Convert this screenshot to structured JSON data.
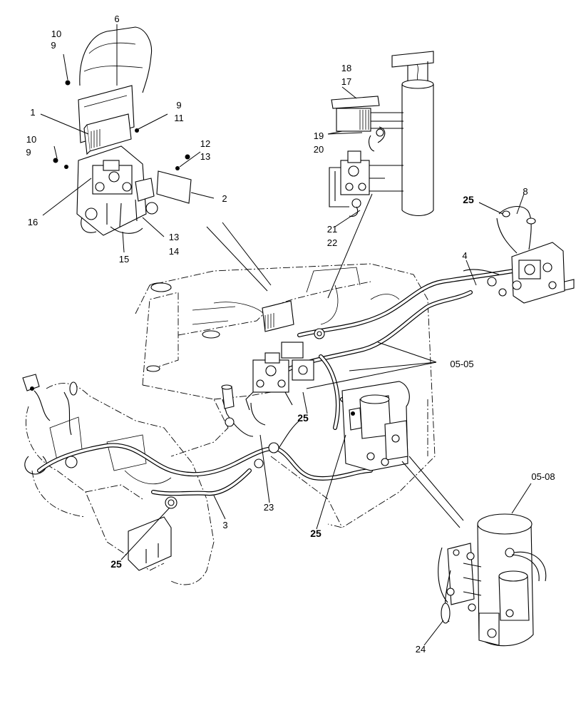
{
  "diagram": {
    "callouts": {
      "c1": "1",
      "c2": "2",
      "c3": "3",
      "c4": "4",
      "c6": "6",
      "c8": "8",
      "c9a": "9",
      "c9b": "9",
      "c9c": "9",
      "c10a": "10",
      "c10b": "10",
      "c11": "11",
      "c12": "12",
      "c13a": "13",
      "c13b": "13",
      "c14": "14",
      "c15": "15",
      "c16": "16",
      "c17": "17",
      "c18": "18",
      "c19": "19",
      "c20": "20",
      "c21": "21",
      "c22": "22",
      "c23": "23",
      "c24": "24",
      "c25a": "25",
      "c25b": "25",
      "c25c": "25",
      "c25d": "25",
      "ref0505": "05-05",
      "ref0508": "05-08"
    }
  }
}
